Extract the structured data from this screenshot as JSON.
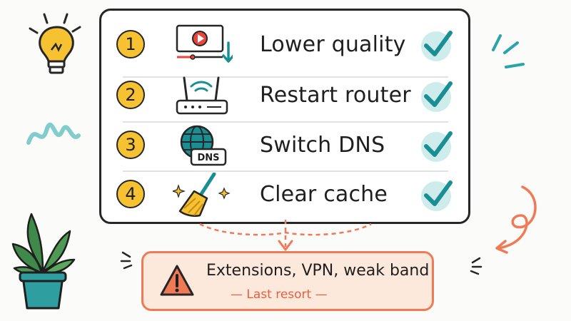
{
  "steps": [
    {
      "number": "1",
      "label": "Lower quality",
      "icon": "video-player-download-icon"
    },
    {
      "number": "2",
      "label": "Restart router",
      "icon": "wifi-router-icon"
    },
    {
      "number": "3",
      "label": "Switch DNS",
      "icon": "globe-dns-icon"
    },
    {
      "number": "4",
      "label": "Clear cache",
      "icon": "broom-sparkle-icon"
    }
  ],
  "dns_badge": "DNS",
  "fallback": {
    "title": "Extensions, VPN, weak band",
    "subtitle": "— Last resort —"
  },
  "colors": {
    "badge_yellow": "#f6c231",
    "check_teal": "#1a8f93",
    "check_bg": "#cdeceb",
    "alert_orange": "#f07a55",
    "alert_fill": "#fde8dc",
    "accent_red": "#e8463a",
    "outline": "#262626"
  }
}
